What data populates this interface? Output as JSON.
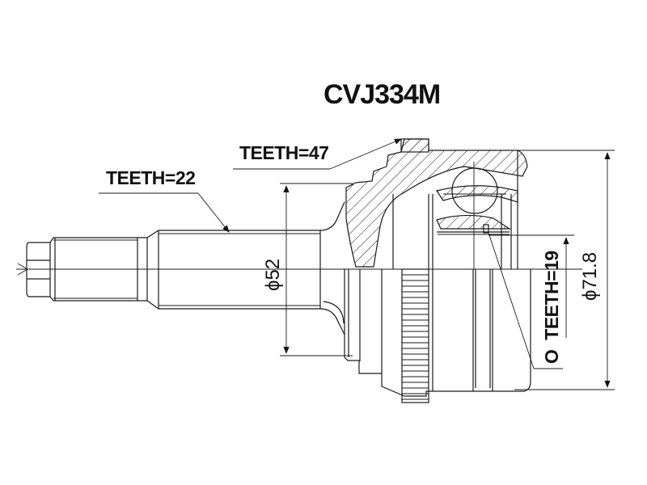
{
  "drawing": {
    "part_number": "CVJ334M",
    "callouts": {
      "teeth_outer": "TEETH=47",
      "teeth_shaft": "TEETH=22",
      "teeth_inner": "TEETH=19",
      "inner_symbol": "O"
    },
    "dimensions": {
      "shaft_diameter": "ϕ52",
      "housing_diameter": "ϕ71.8"
    },
    "colors": {
      "line": "#1a1a1a",
      "background": "#ffffff"
    }
  }
}
